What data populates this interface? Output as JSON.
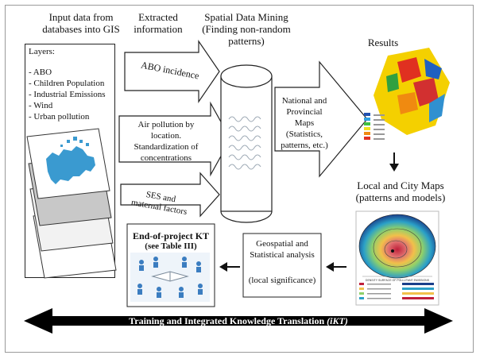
{
  "headers": {
    "input": "Input data from databases into GIS",
    "extracted": "Extracted information",
    "mining": "Spatial Data Mining (Finding non-random patterns)",
    "results": "Results"
  },
  "layers": {
    "title": "Layers:",
    "items": [
      "- ABO",
      "- Children Population",
      "- Industrial Emissions",
      "- Wind",
      "- Urban pollution"
    ]
  },
  "extracted_arrows": {
    "abo": "ABO incidence",
    "air": "Air pollution by location. Standardization of concentrations",
    "ses": "SES and maternal factors"
  },
  "national_arrow": "National and Provincial Maps (Statistics, patterns, etc.)",
  "local_maps": "Local and City Maps (patterns and models)",
  "geospatial_box": {
    "line1": "Geospatial and Statistical analysis",
    "line2": "(local significance)"
  },
  "kt_box": {
    "title": "End-of-project  KT",
    "subtitle": "(see Table III)"
  },
  "bottom_arrow": {
    "text": "Training and Integrated Knowledge Translation ",
    "italic": "(iKT)"
  },
  "map_legend": {
    "heading": "DENSITY SURFACE OF POLLUTANT EMISSIONS"
  }
}
